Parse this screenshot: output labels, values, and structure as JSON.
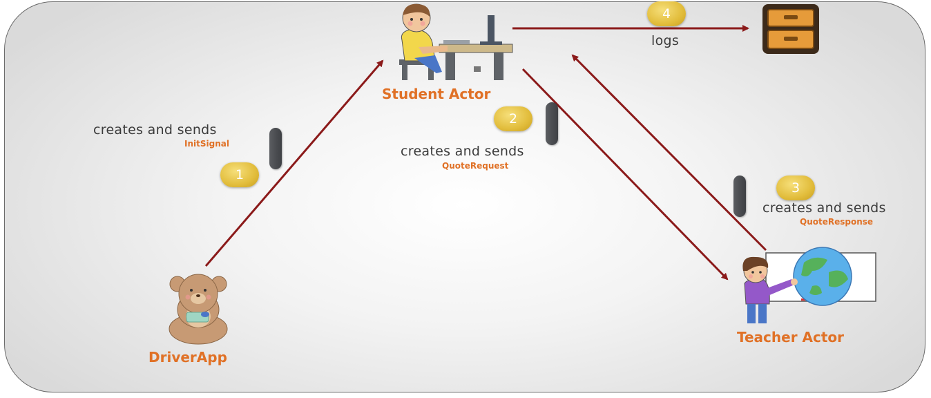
{
  "actors": {
    "student": "Student Actor",
    "teacher": "Teacher Actor",
    "driver": "DriverApp"
  },
  "steps": [
    {
      "number": "1",
      "action": "creates and sends",
      "message": "InitSignal"
    },
    {
      "number": "2",
      "action": "creates and sends",
      "message": "QuoteRequest"
    },
    {
      "number": "3",
      "action": "creates and sends",
      "message": "QuoteResponse"
    },
    {
      "number": "4",
      "action": "logs",
      "message": ""
    }
  ],
  "colors": {
    "arrow": "#8b1a1a",
    "label_accent": "#e07126",
    "badge": "#e2bd3c",
    "message_token": "#4a4c50"
  },
  "icons": {
    "student": "student-at-computer-icon",
    "teacher": "teacher-with-globe-icon",
    "driver": "teddy-bear-icon",
    "log_store": "filing-cabinet-icon"
  }
}
